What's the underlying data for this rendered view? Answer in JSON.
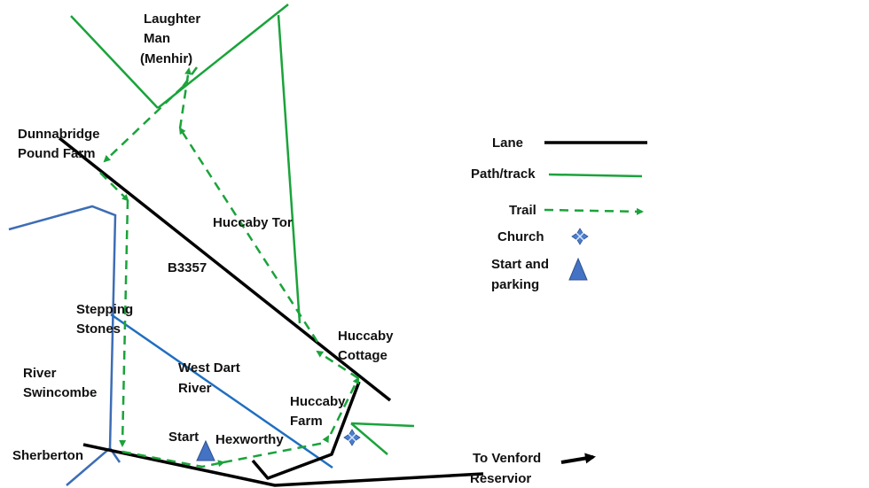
{
  "colors": {
    "lane": "#000000",
    "path": "#1aa33a",
    "trail": "#1aa33a",
    "river_swincombe": "#3d6db5",
    "river_west_dart": "#1f6fc0",
    "church": "#4a7fd1",
    "start_marker": "#4472c4"
  },
  "places": {
    "laughter_man_1": "Laughter",
    "laughter_man_2": "Man",
    "laughter_man_3": "(Menhir)",
    "dunnabridge_1": "Dunnabridge",
    "dunnabridge_2": "Pound Farm",
    "huccaby_tor": "Huccaby Tor",
    "b3357": "B3357",
    "stepping_stones_1": "Stepping",
    "stepping_stones_2": "Stones",
    "huccaby_cottage_1": "Huccaby",
    "huccaby_cottage_2": "Cottage",
    "west_dart_1": "West Dart",
    "west_dart_2": "River",
    "river_swincombe_1": "River",
    "river_swincombe_2": "Swincombe",
    "huccaby_farm_1": "Huccaby",
    "huccaby_farm_2": "Farm",
    "start": "Start",
    "hexworthy": "Hexworthy",
    "sherberton": "Sherberton",
    "venford_1": "To Venford",
    "venford_2": "Reservior"
  },
  "legend": {
    "lane": "Lane",
    "path": "Path/track",
    "trail": "Trail",
    "church": "Church",
    "start_1": "Start and",
    "start_2": "parking"
  },
  "icons": {
    "church": "church-cross-icon",
    "start": "start-triangle-icon",
    "direction": "arrow-right-icon"
  }
}
